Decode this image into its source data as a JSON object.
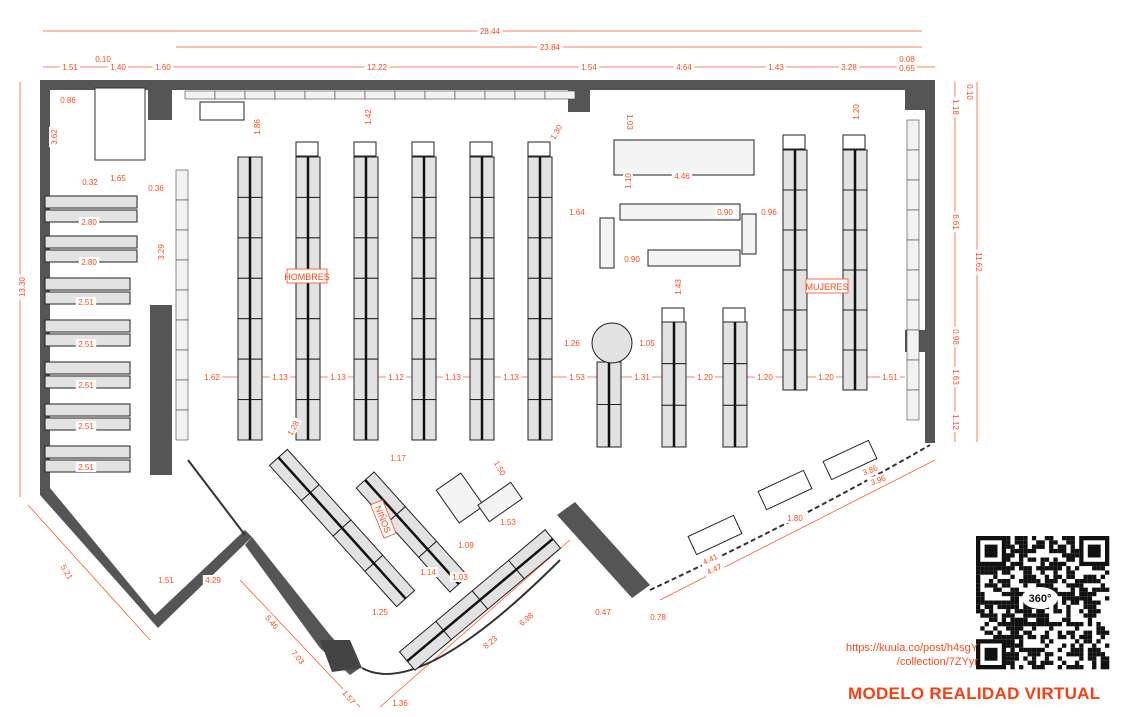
{
  "plan": {
    "zones": [
      "HOMBRES",
      "MUJERES",
      "NIÑOS"
    ],
    "dimensions": [
      "28.44",
      "23.84",
      "1.51",
      "0.10",
      "1.40",
      "1.60",
      "12.22",
      "1.54",
      "4.64",
      "1.43",
      "3.28",
      "0.08",
      "0.65",
      "0.10",
      "1.18",
      "6.61",
      "11.62",
      "0.98",
      "1.63",
      "1.12",
      "13.30",
      "3.62",
      "0.86",
      "1.62",
      "1.13",
      "1.13",
      "1.12",
      "1.13",
      "1.13",
      "1.53",
      "1.31",
      "1.20",
      "1.20",
      "1.20",
      "1.51",
      "1.86",
      "1.42",
      "1.30",
      "1.20",
      "1.03",
      "4.46",
      "1.10",
      "1.64",
      "0.90",
      "0.96",
      "0.90",
      "1.43",
      "1.26",
      "1.05",
      "2.80",
      "2.80",
      "2.51",
      "2.51",
      "2.51",
      "2.51",
      "2.51",
      "3.29",
      "1.65",
      "0.32",
      "0.36",
      "1.28",
      "1.17",
      "1.50",
      "1.53",
      "1.09",
      "1.14",
      "1.03",
      "1.25",
      "5.21",
      "4.29",
      "1.51",
      "5.46",
      "7.03",
      "1.57",
      "1.36",
      "8.23",
      "6.98",
      "0.47",
      "0.78",
      "4.41",
      "4.47",
      "1.80",
      "3.86",
      "3.96"
    ]
  },
  "qr": {
    "badge": "360°"
  },
  "footer": {
    "url_line1": "https://kuula.co/post/h4sgY",
    "url_line2": "/collection/7ZYyr",
    "title": "MODELO REALIDAD  VIRTUAL"
  },
  "colors": {
    "accent": "#ff4a1c",
    "wall": "#555555",
    "fixture": "#e2e2e2"
  }
}
